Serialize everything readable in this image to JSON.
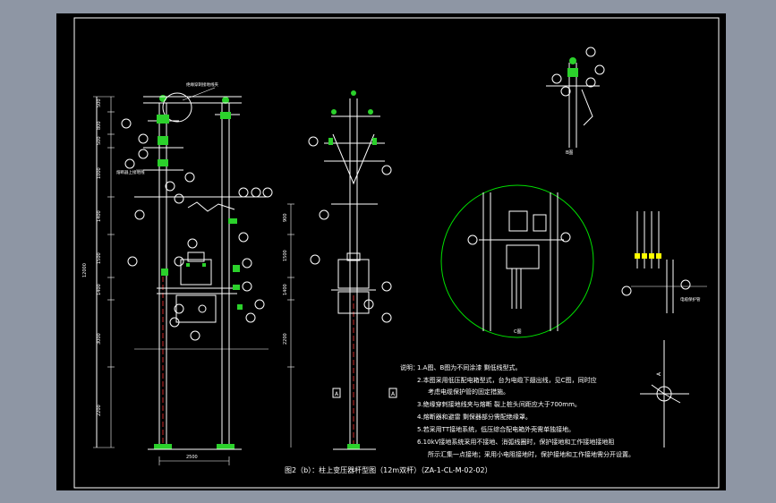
{
  "drawing": {
    "title": "图2（b）：柱上变压器杆型图（12m双杆）（ZA-1-CL-M-02-02）",
    "notes_heading": "说明：",
    "notes": [
      "1.A图、B图为不同涂漆 剩低线型式。",
      "2.本图采用低压配电箱型式，台为电缆下翅出线，见C图，同时应",
      "考虑电缆保护管的固定措施。",
      "3.绝缘穿刺接地线夹与熔断 裂上桩头间距应大于700mm。",
      "4.熔断器和避雷 剩保器部分需配绝缘罩。",
      "5.若采用TT接地系统，低压综合配电箱外壳需单独接地。",
      "6.10kV接地系统采用不接地、消弧线圈时，保护接地和工作接地接地阻",
      "所示汇集一点接地；采用小电阻接地时，保护接地和工作接地需分开设置。"
    ],
    "dims_left": [
      "500",
      "800",
      "500",
      "1000",
      "1400",
      "1500",
      "1400",
      "3000",
      "2200"
    ],
    "dim_total": "12000",
    "dims_mid": [
      "900",
      "1500",
      "1400",
      "2200"
    ],
    "dim_bottom": "2500",
    "view_b": "B图",
    "view_c": "C图",
    "view_a": "A",
    "label_a": "A",
    "label_a2": "A",
    "small_labels": [
      "绝缘穿刺接地线夹",
      "熔断器上接地线",
      "电缆保护管"
    ]
  },
  "colors": {
    "background": "#000000",
    "frame": "#ffffff",
    "green": "#00e000",
    "red": "#ff3030",
    "yellow": "#ffff00",
    "surround": "#8e96a4"
  }
}
